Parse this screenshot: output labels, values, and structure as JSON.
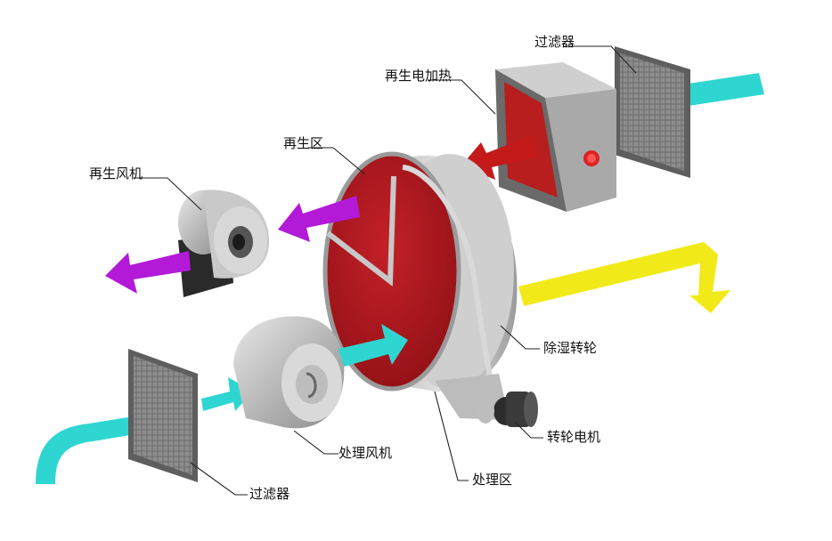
{
  "labels": {
    "filter_top": "过滤器",
    "regen_heater": "再生电加热",
    "regen_zone": "再生区",
    "regen_fan": "再生风机",
    "desiccant_wheel": "除湿转轮",
    "wheel_motor": "转轮电机",
    "process_fan": "处理风机",
    "process_zone": "处理区",
    "filter_bottom": "过滤器"
  },
  "colors": {
    "process_air": "#2fd6d1",
    "regen_exhaust": "#b21ad8",
    "heated_air": "#c41a1a",
    "dry_air": "#f2ea18",
    "wheel_face": "#b5171d",
    "heater_face": "#b81e1e"
  }
}
